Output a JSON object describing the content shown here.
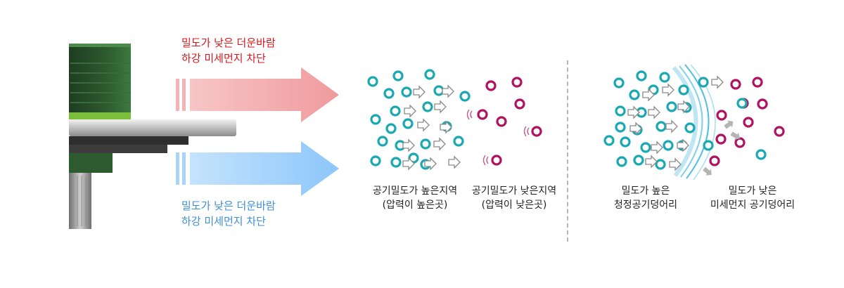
{
  "hot_air_label": {
    "line1": "밀도가 낮은 더운바람",
    "line2": "하강 미세먼지 차단"
  },
  "cool_air_label": {
    "line1": "밀도가 낮은 더운바람",
    "line2": "하강 미세먼지 차단"
  },
  "captions": {
    "high_density": {
      "line1": "공기밀도가 높은지역",
      "line2": "(압력이 높은곳)"
    },
    "low_density": {
      "line1": "공기밀도가 낮은지역",
      "line2": "(압력이 낮은곳)"
    },
    "clean_mass": {
      "line1": "밀도가 높은",
      "line2": "청정공기덩어리"
    },
    "dust_mass": {
      "line1": "밀도가 낮은",
      "line2": "미세먼지 공기덩어리"
    }
  },
  "colors": {
    "red_text": "#d9161c",
    "blue_text": "#3d8fd6",
    "red_arrow": "#f4b3b5",
    "blue_arrow": "#a8d4fb",
    "clean_particle": "#1aa9b3",
    "dust_particle": "#b0125f",
    "device_green": "#2d5a2e"
  },
  "icons": {
    "device": "air-purifier-device",
    "clean": "clean-air-particle",
    "dust": "fine-dust-particle",
    "push": "push-arrow-icon",
    "barrier": "air-curtain-arc"
  }
}
